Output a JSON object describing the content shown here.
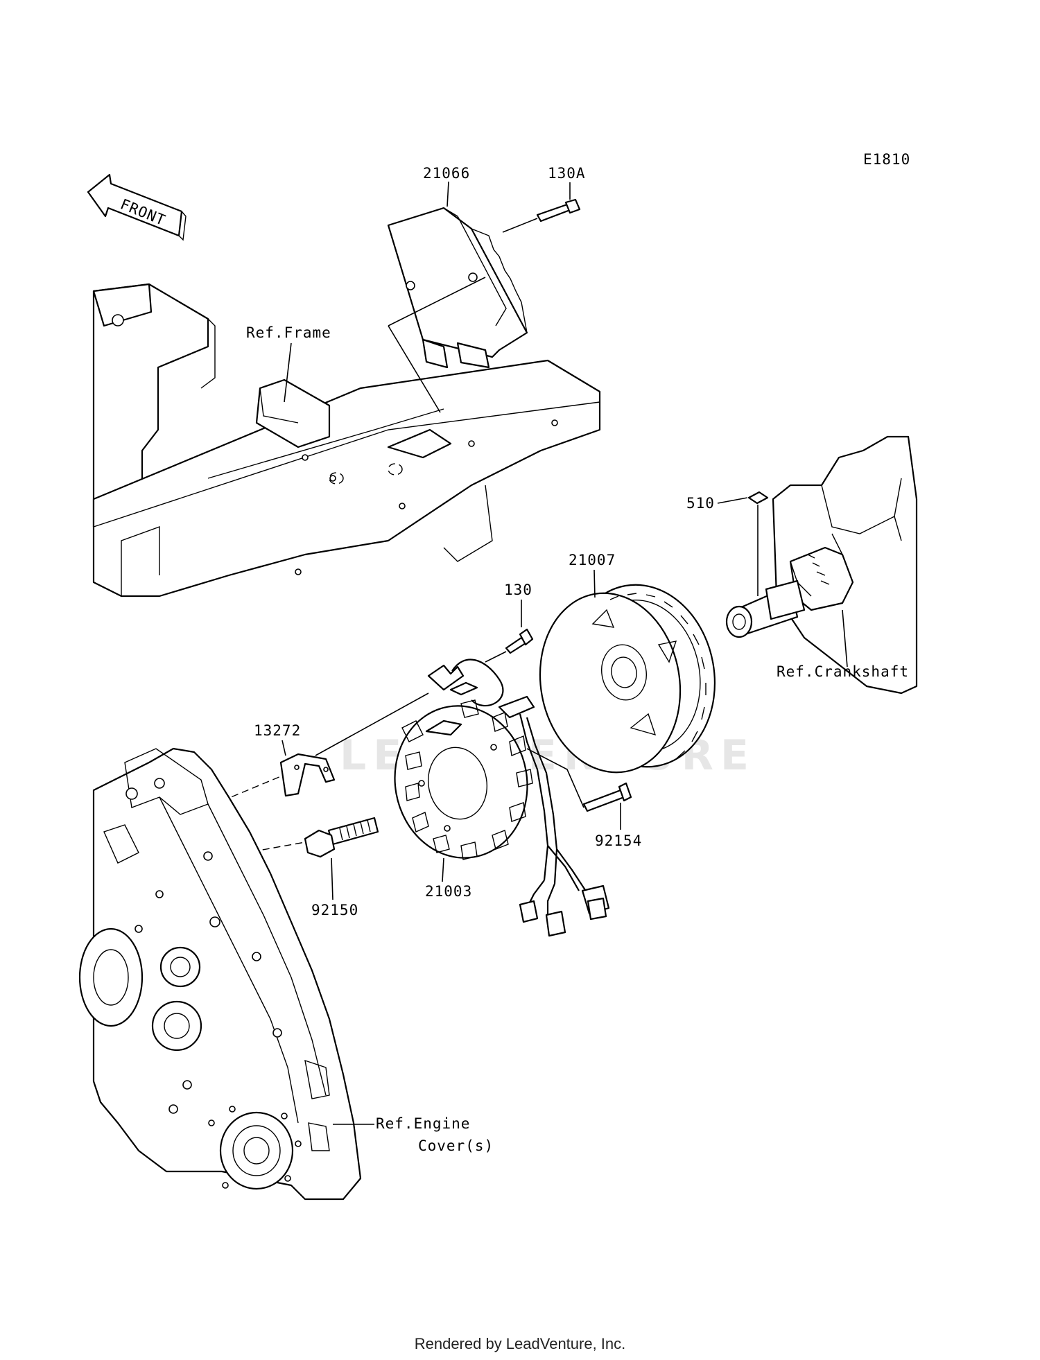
{
  "diagram_code": "E1810",
  "front_label": "FRONT",
  "watermark": "LEADVENTURE",
  "footer": "Rendered by LeadVenture, Inc.",
  "callouts": {
    "p21066": "21066",
    "p130A": "130A",
    "ref_frame": "Ref.Frame",
    "p510": "510",
    "p21007": "21007",
    "p130": "130",
    "ref_crankshaft": "Ref.Crankshaft",
    "p13272": "13272",
    "p92154": "92154",
    "p21003": "21003",
    "p92150": "92150",
    "ref_engine_cover_line1": "Ref.Engine",
    "ref_engine_cover_line2": "Cover(s)"
  }
}
